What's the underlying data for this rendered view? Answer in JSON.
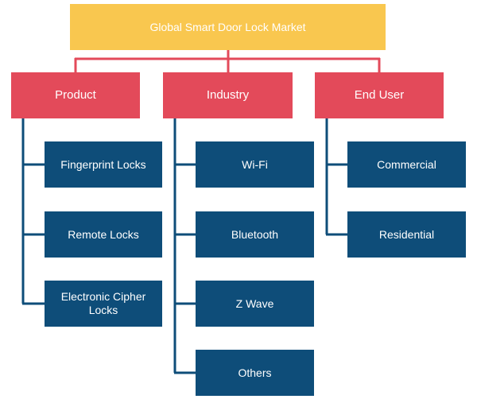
{
  "colors": {
    "root": "#f9c74f",
    "category": "#e34a5a",
    "leaf": "#0e4d79",
    "category_connector": "#e34a5a",
    "leaf_connector": "#0e4d79"
  },
  "root": {
    "label": "Global Smart Door Lock Market"
  },
  "categories": [
    {
      "label": "Product",
      "items": [
        "Fingerprint Locks",
        "Remote Locks",
        "Electronic Cipher Locks"
      ]
    },
    {
      "label": "Industry",
      "items": [
        "Wi-Fi",
        "Bluetooth",
        "Z Wave",
        "Others"
      ]
    },
    {
      "label": "End User",
      "items": [
        "Commercial",
        "Residential"
      ]
    }
  ]
}
